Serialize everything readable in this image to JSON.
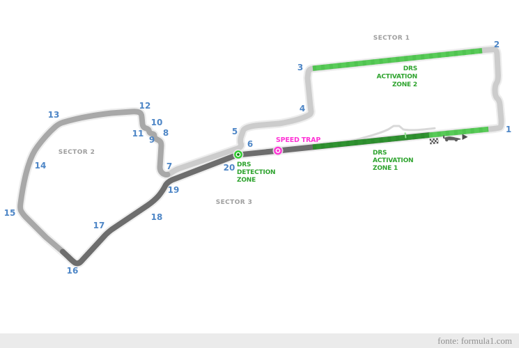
{
  "map": {
    "title_region": "circuit-map",
    "sectors": [
      {
        "label": "SECTOR 1",
        "color": "#cccccc"
      },
      {
        "label": "SECTOR 2",
        "color": "#a8a8a8"
      },
      {
        "label": "SECTOR 3",
        "color": "#6d6d6d"
      }
    ],
    "corners": [
      "1",
      "2",
      "3",
      "4",
      "5",
      "6",
      "7",
      "8",
      "9",
      "10",
      "11",
      "12",
      "13",
      "14",
      "15",
      "16",
      "17",
      "18",
      "19",
      "20"
    ],
    "labels": {
      "speed_trap": "SPEED TRAP",
      "drs_detection": [
        "DRS",
        "DETECTION",
        "ZONE"
      ],
      "drs_zone1": [
        "DRS",
        "ACTIVATION",
        "ZONE 1"
      ],
      "drs_zone2": [
        "DRS",
        "ACTIVATION",
        "ZONE 2"
      ]
    },
    "colors": {
      "track_casing": "#ededed",
      "pit_lane": "#d8d8d8",
      "drs_light_green": "#58cb58",
      "drs_light_green_dash": "#47ba47",
      "drs_dark_green": "#2f9230",
      "drs_dark_green_dash": "#27822a",
      "finish_tick_green": "#8ce08c",
      "speed_trap_magenta": "#ff35d6",
      "corner_blue": "#4e86c6",
      "label_green": "#2da32d",
      "sector_label_gray": "#9e9e9e",
      "icon_gray": "#5f5f5f"
    },
    "icons": {
      "checkered_flag": "checkered-flag-icon",
      "race_car": "race-car-icon",
      "direction_arrow": "direction-arrow-icon",
      "speed_trap_marker": "speed-trap-marker",
      "drs_detection_marker": "drs-detection-marker"
    }
  },
  "footer": {
    "source_text": "fonte: formula1.com"
  }
}
